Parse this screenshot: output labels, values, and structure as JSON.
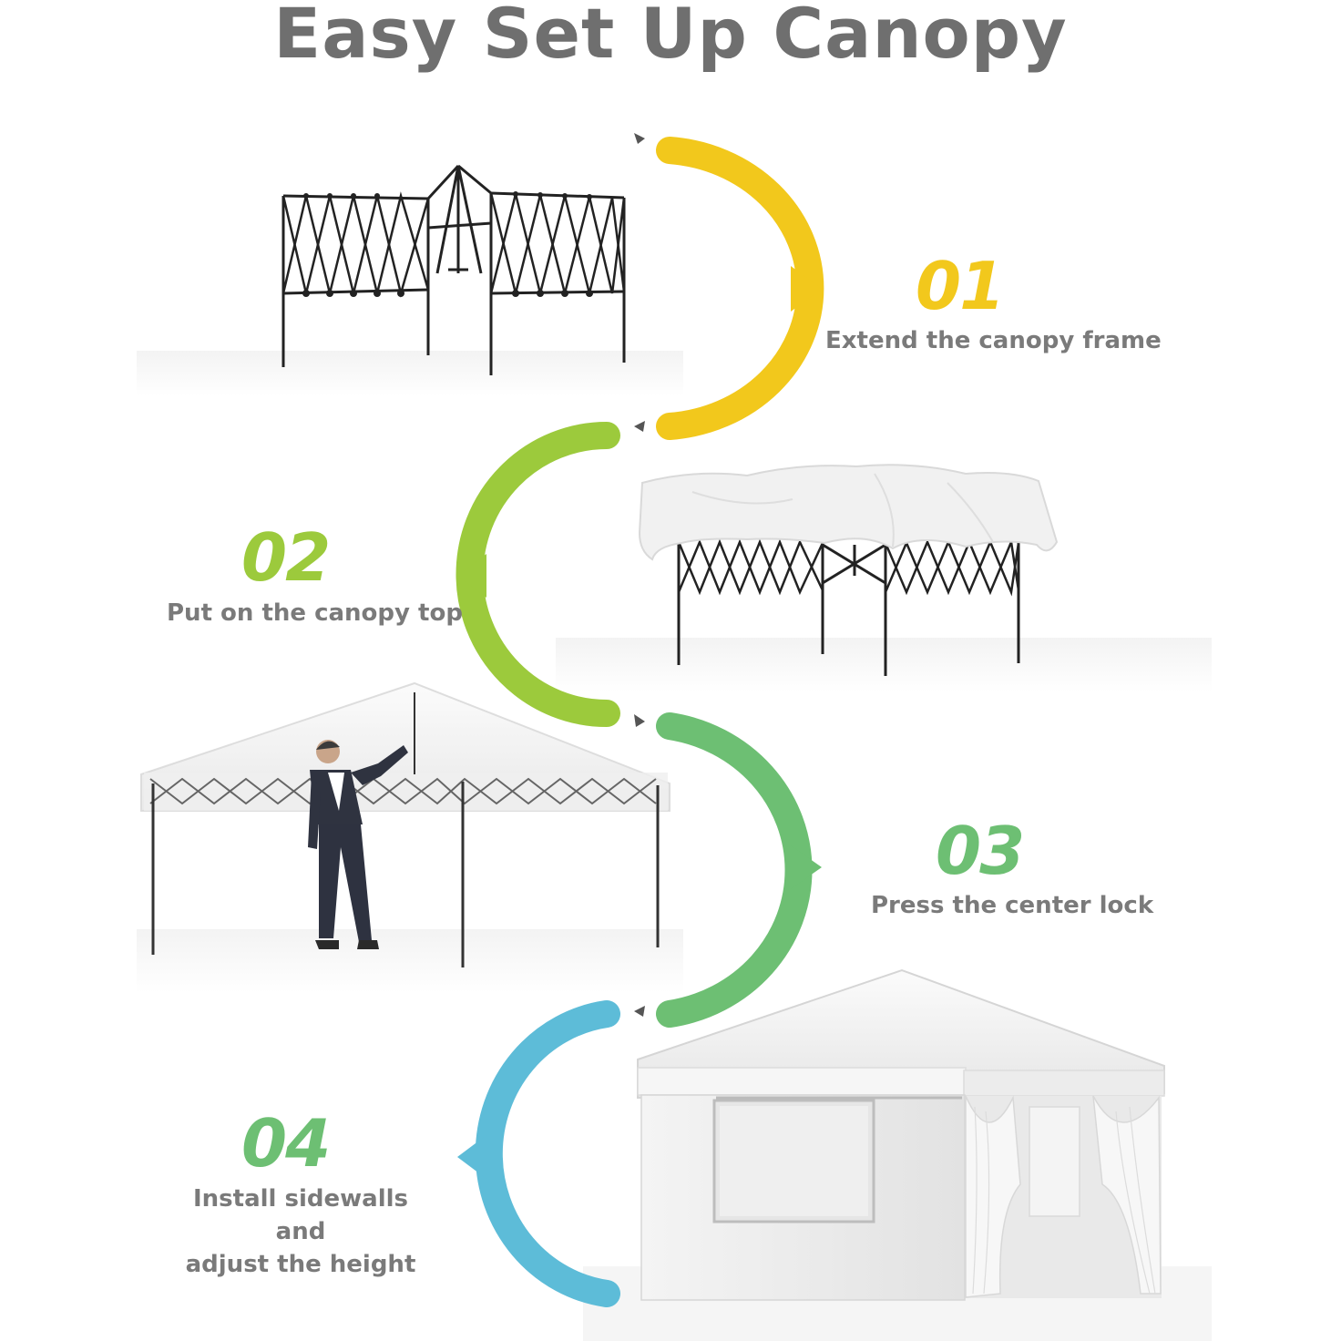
{
  "title": "Easy Set Up Canopy",
  "colors": {
    "step1": "#f2c81c",
    "step2": "#9cca3c",
    "step3": "#6dbf73",
    "step4": "#5dbcd8",
    "text_gray": "#7a7a7a",
    "title_gray": "#6f6f6f"
  },
  "steps": [
    {
      "number": "01",
      "label": "Extend the canopy frame",
      "color": "#f2c81c"
    },
    {
      "number": "02",
      "label": "Put on the canopy top",
      "color": "#9cca3c"
    },
    {
      "number": "03",
      "label": "Press the center lock",
      "color": "#6dbf73"
    },
    {
      "number": "04",
      "label_line1": "Install sidewalls and",
      "label_line2": "adjust the height",
      "color": "#5dbcd8"
    }
  ]
}
